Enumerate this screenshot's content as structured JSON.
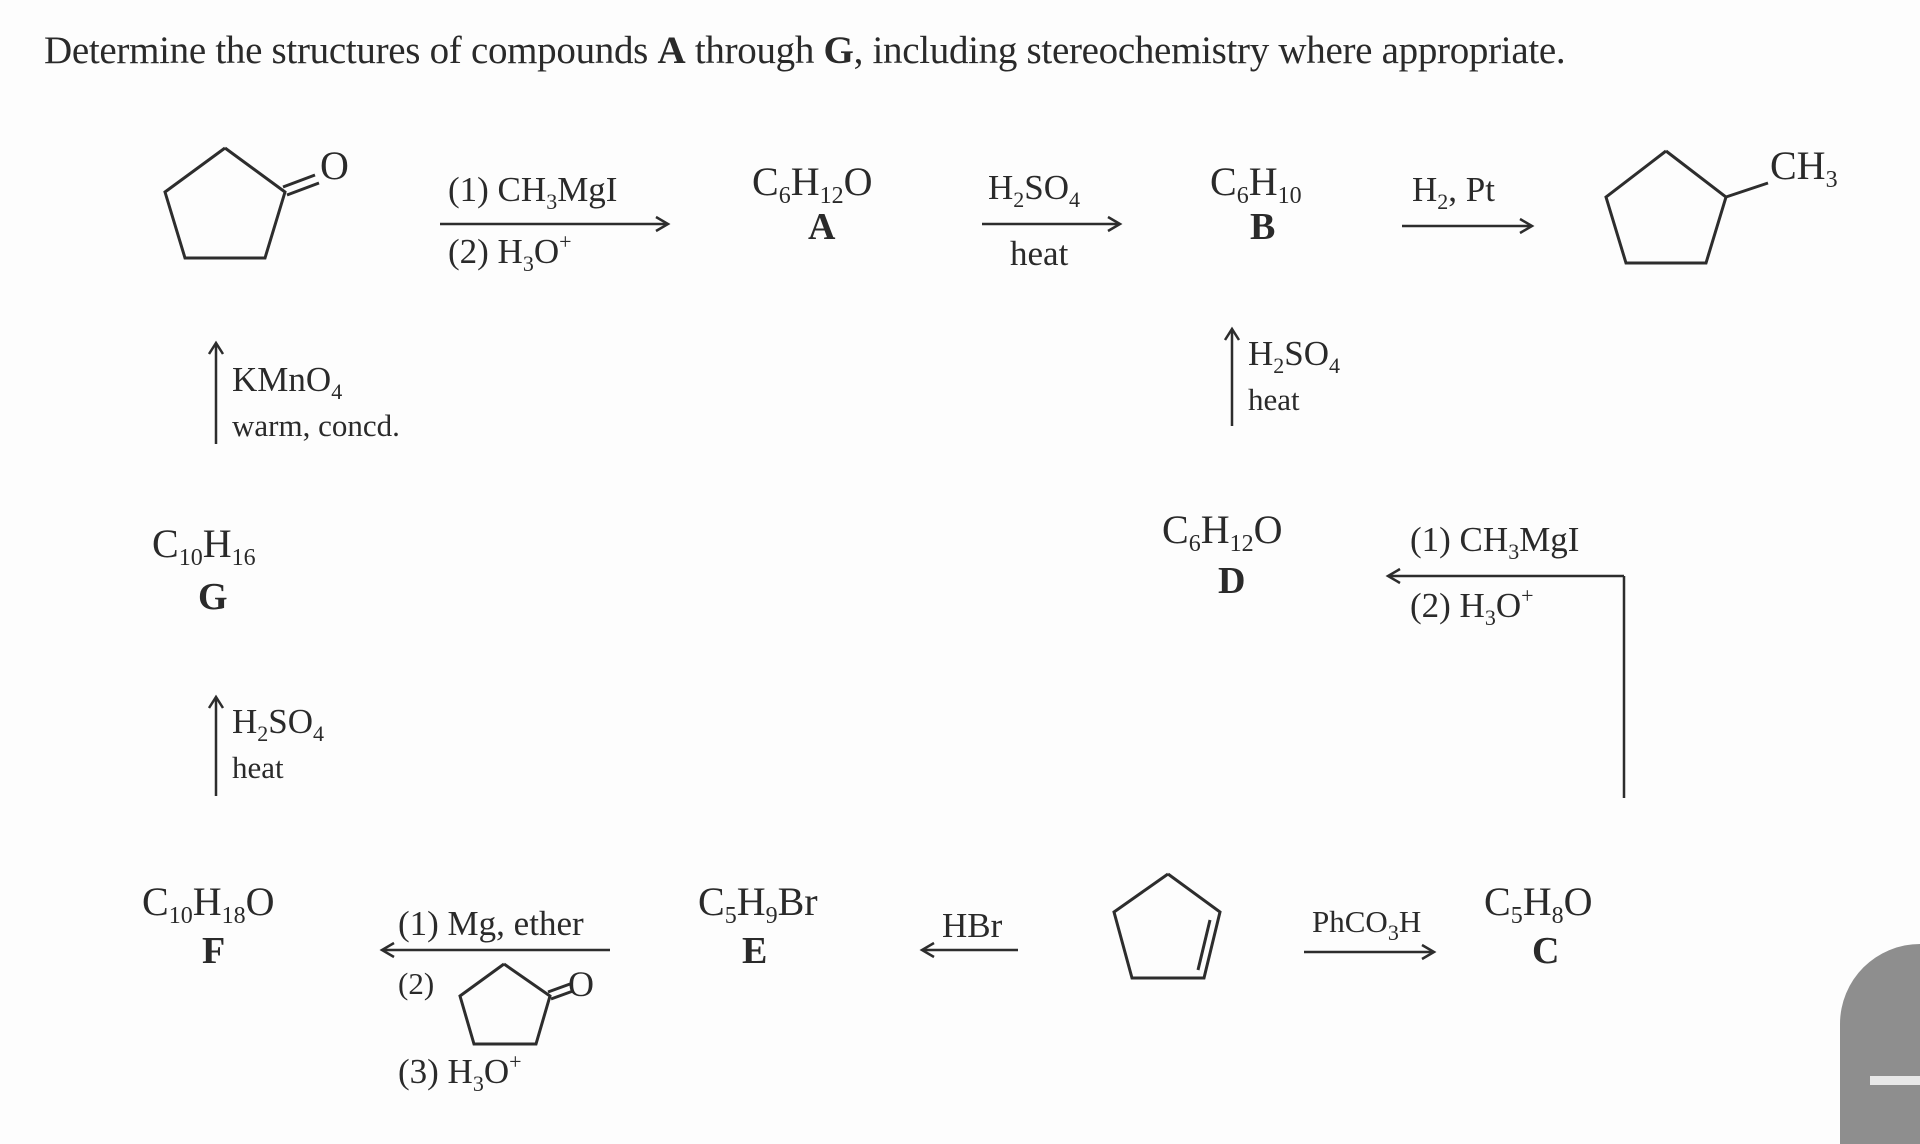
{
  "problem": {
    "text_before_A": "Determine the structures of compounds ",
    "A": "A",
    "text_mid": " through ",
    "G": "G",
    "text_after": ", including stereochemistry where appropriate."
  },
  "compounds": {
    "start_ketone": {
      "o_label": "O",
      "name": "cyclopentanone"
    },
    "A": {
      "C": "C",
      "c_sub": "6",
      "H": "H",
      "h_sub": "12",
      "tail": "O",
      "label": "A"
    },
    "B": {
      "C": "C",
      "c_sub": "6",
      "H": "H",
      "h_sub": "10",
      "tail": "",
      "label": "B"
    },
    "methylcyclopentane": {
      "ch3_main": "CH",
      "ch3_sub": "3"
    },
    "C": {
      "C": "C",
      "c_sub": "5",
      "H": "H",
      "h_sub": "8",
      "tail": "O",
      "label": "C"
    },
    "D": {
      "C": "C",
      "c_sub": "6",
      "H": "H",
      "h_sub": "12",
      "tail": "O",
      "label": "D"
    },
    "E": {
      "C": "C",
      "c_sub": "5",
      "H": "H",
      "h_sub": "9",
      "tail": "Br",
      "label": "E"
    },
    "F": {
      "C": "C",
      "c_sub": "10",
      "H": "H",
      "h_sub": "18",
      "tail": "O",
      "label": "F"
    },
    "G": {
      "C": "C",
      "c_sub": "10",
      "H": "H",
      "h_sub": "16",
      "tail": "",
      "label": "G"
    },
    "cyclopentene": {
      "name": "cyclopentene"
    },
    "reagent_ketone": {
      "o_label": "O"
    }
  },
  "reagents": {
    "start_to_A": {
      "step1_pre": "(1) CH",
      "step1_sub": "3",
      "step1_post": "MgI",
      "step2_pre": "(2) H",
      "step2_sub": "3",
      "step2_post": "O",
      "step2_sup": "+"
    },
    "A_to_B": {
      "top_pre": "H",
      "top_sub1": "2",
      "top_mid": "SO",
      "top_sub2": "4",
      "bottom": "heat"
    },
    "B_to_product": {
      "pre": "H",
      "sub": "2",
      "post": ", Pt"
    },
    "G_to_start": {
      "line1_pre": "KMnO",
      "line1_sub": "4",
      "line2": "warm, concd."
    },
    "D_to_B": {
      "line1_pre": "H",
      "line1_sub1": "2",
      "line1_mid": "SO",
      "line1_sub2": "4",
      "line2": "heat"
    },
    "C_to_D": {
      "step1_pre": "(1) CH",
      "step1_sub": "3",
      "step1_post": "MgI",
      "step2_pre": "(2) H",
      "step2_sub": "3",
      "step2_post": "O",
      "step2_sup": "+"
    },
    "F_to_G": {
      "line1_pre": "H",
      "line1_sub1": "2",
      "line1_mid": "SO",
      "line1_sub2": "4",
      "line2": "heat"
    },
    "cyclopentene_to_E": {
      "label": "HBr"
    },
    "cyclopentene_to_C": {
      "pre": "PhCO",
      "sub": "3",
      "post": "H"
    },
    "E_to_F": {
      "step1": "(1) Mg, ether",
      "step2": "(2)",
      "step3_pre": "(3) H",
      "step3_sub": "3",
      "step3_post": "O",
      "step3_sup": "+"
    }
  },
  "colors": {
    "ink": "#2d2d2d",
    "background": "#fdfdfd",
    "overlay_handle": "#8e8e8e"
  }
}
